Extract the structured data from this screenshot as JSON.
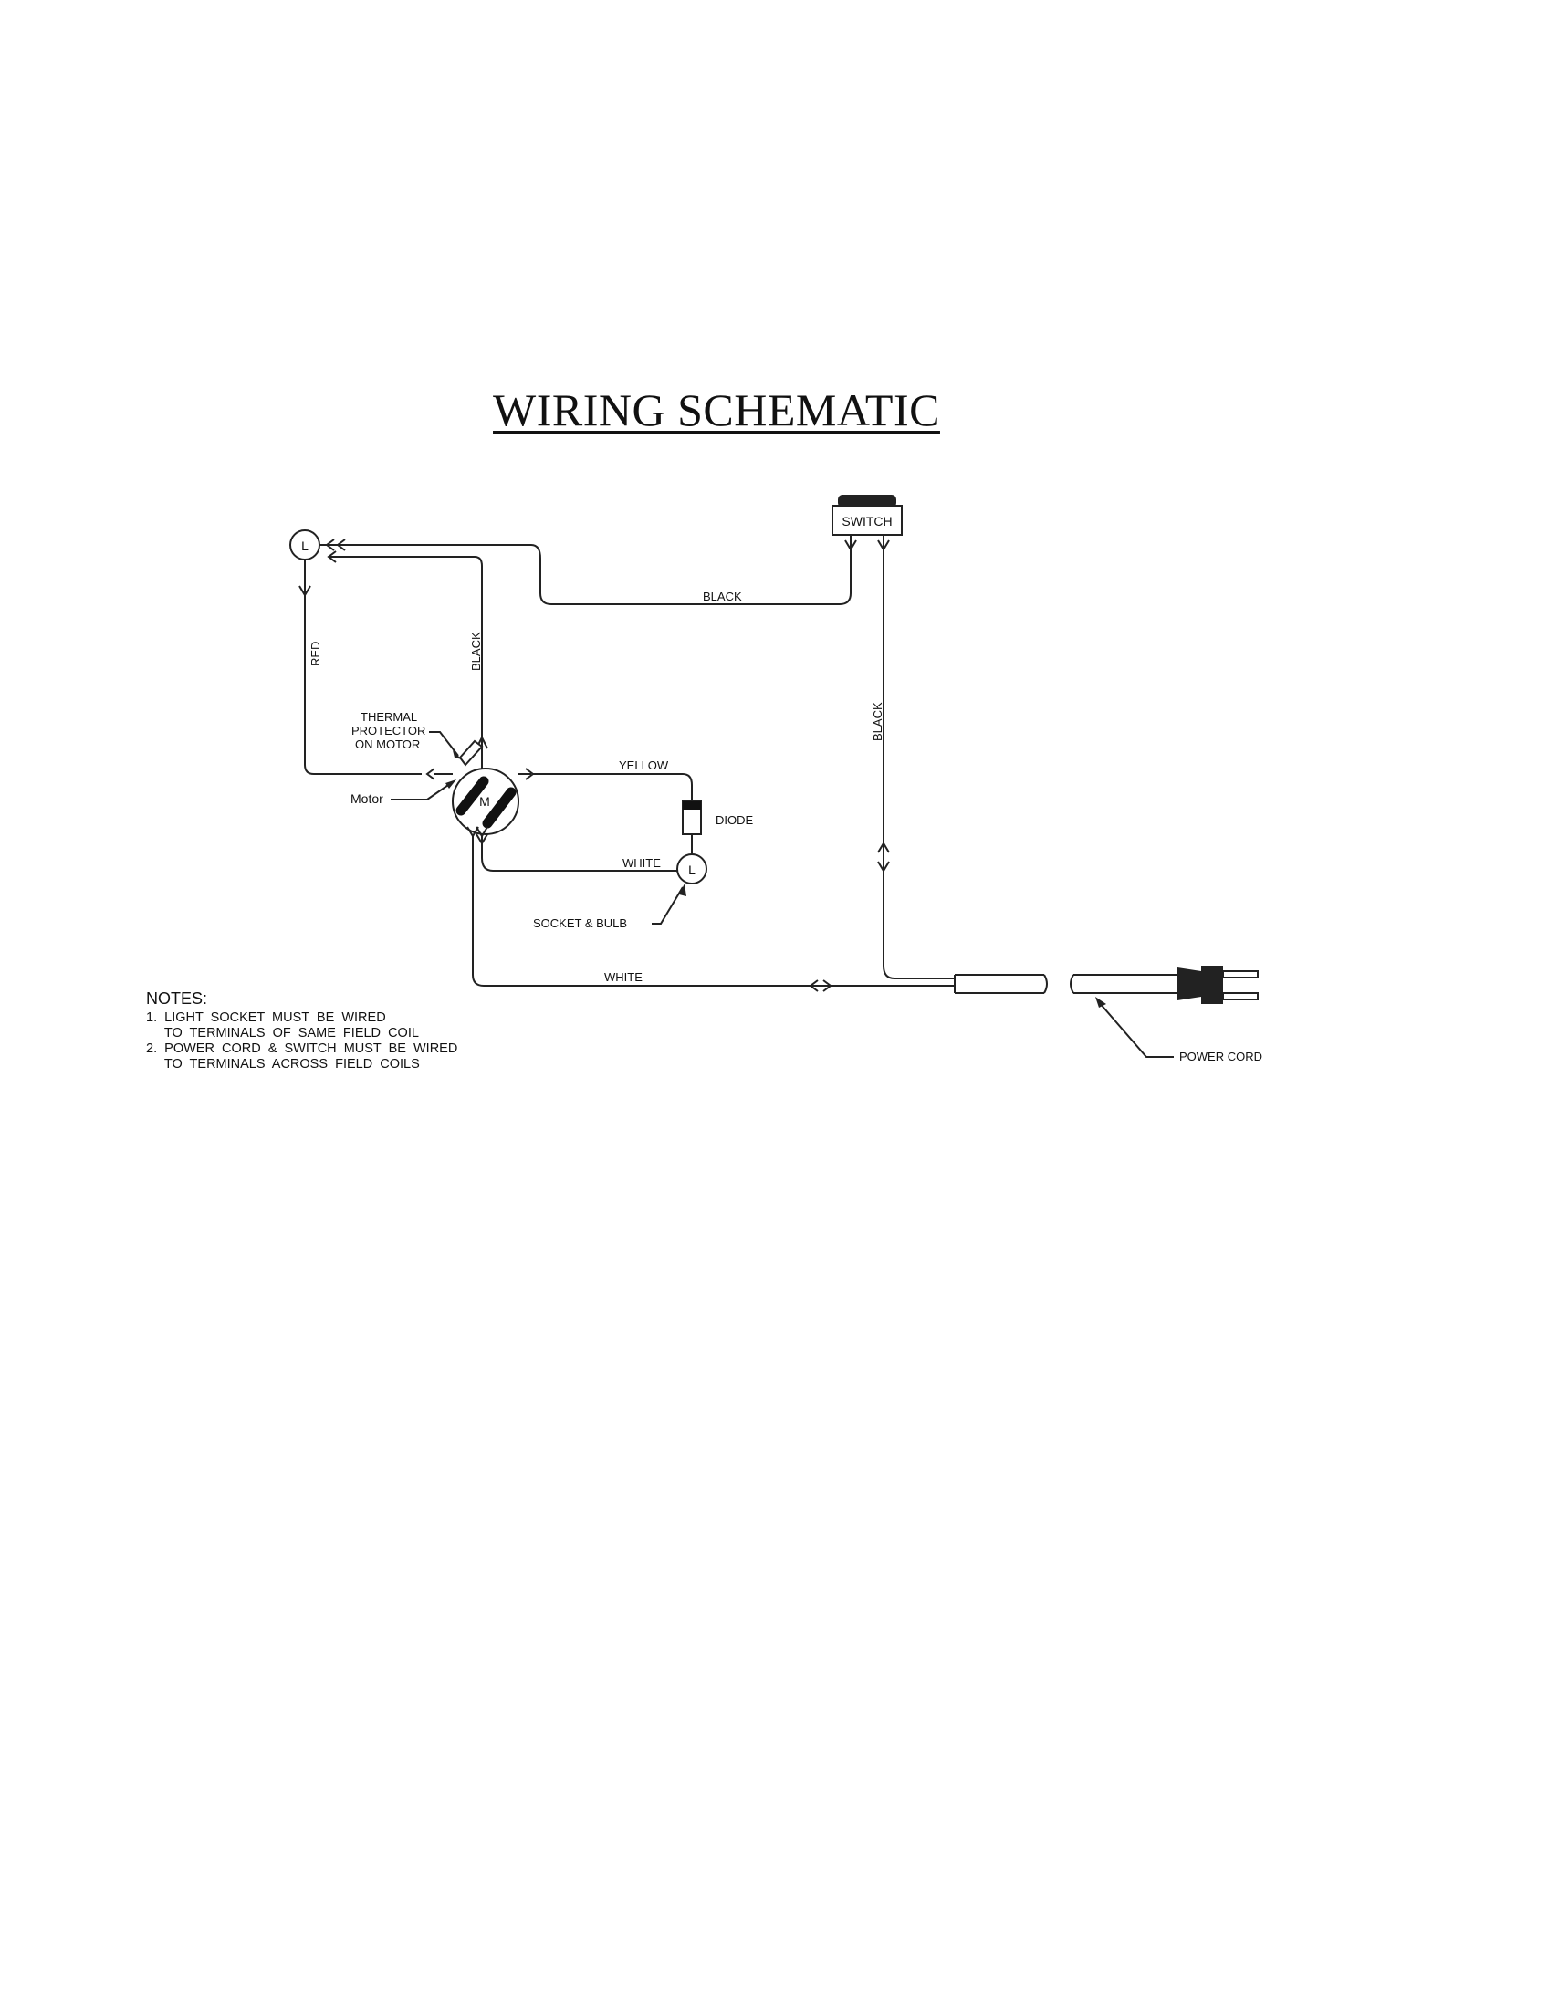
{
  "title": "WIRING SCHEMATIC",
  "labels": {
    "switch": "SWITCH",
    "lamp_symbol": "L",
    "motor_symbol": "M",
    "wire_black_top": "BLACK",
    "wire_red": "RED",
    "wire_black_vertical": "BLACK",
    "wire_black_right": "BLACK",
    "thermal_line1": "THERMAL",
    "thermal_line2": "PROTECTOR",
    "thermal_line3": "ON MOTOR",
    "motor": "Motor",
    "wire_yellow": "YELLOW",
    "diode": "DIODE",
    "wire_white_lamp": "WHITE",
    "socket_bulb": "SOCKET & BULB",
    "wire_white_bottom": "WHITE",
    "power_cord": "POWER CORD"
  },
  "notes": {
    "title": "NOTES:",
    "items": [
      {
        "line1": "1.  LIGHT  SOCKET  MUST  BE  WIRED",
        "line2": "     TO  TERMINALS  OF  SAME  FIELD  COIL"
      },
      {
        "line1": "2.  POWER  CORD  &  SWITCH  MUST  BE  WIRED",
        "line2": "     TO  TERMINALS  ACROSS  FIELD  COILS"
      }
    ]
  }
}
